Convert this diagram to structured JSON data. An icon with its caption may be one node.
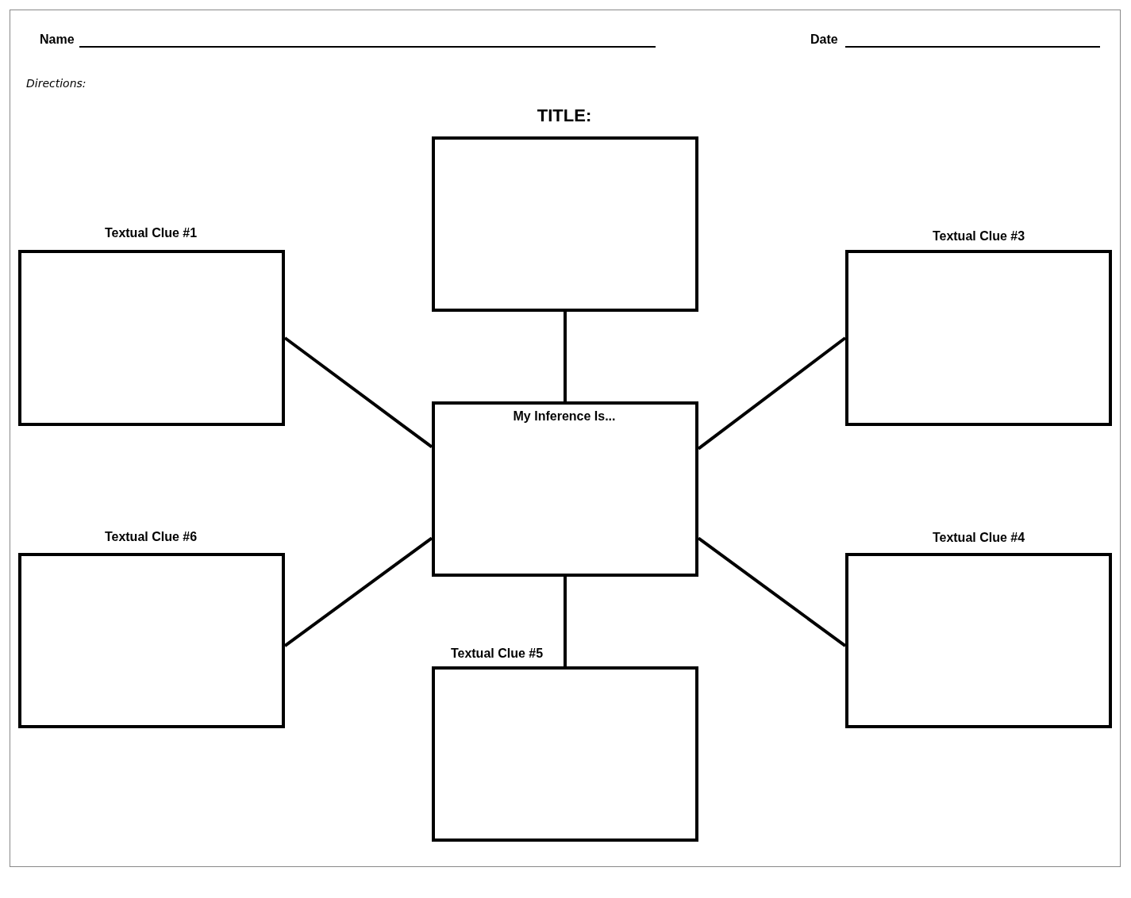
{
  "diagram": {
    "nodes": [
      {
        "text": [
          "TITLE:"
        ]
      },
      {
        "text": [
          "Textual Clue #1"
        ]
      },
      {
        "text": [
          "Textual Clue #3"
        ]
      },
      {
        "text": [
          "My Inference Is..."
        ]
      },
      {
        "text": [
          "Textual Clue #6"
        ]
      },
      {
        "text": [
          "Textual Clue #4"
        ]
      },
      {
        "text": [
          "Textual Clue #5"
        ]
      }
    ],
    "edges": [
      {
        "from": 0,
        "to": 3,
        "arrow": "none"
      },
      {
        "from": 1,
        "to": 3,
        "arrow": "none"
      },
      {
        "from": 2,
        "to": 3,
        "arrow": "none"
      },
      {
        "from": 4,
        "to": 3,
        "arrow": "none"
      },
      {
        "from": 5,
        "to": 3,
        "arrow": "none"
      },
      {
        "from": 3,
        "to": 6,
        "arrow": "none"
      }
    ],
    "labels": [
      "Name",
      "Date",
      "Directions:"
    ]
  }
}
